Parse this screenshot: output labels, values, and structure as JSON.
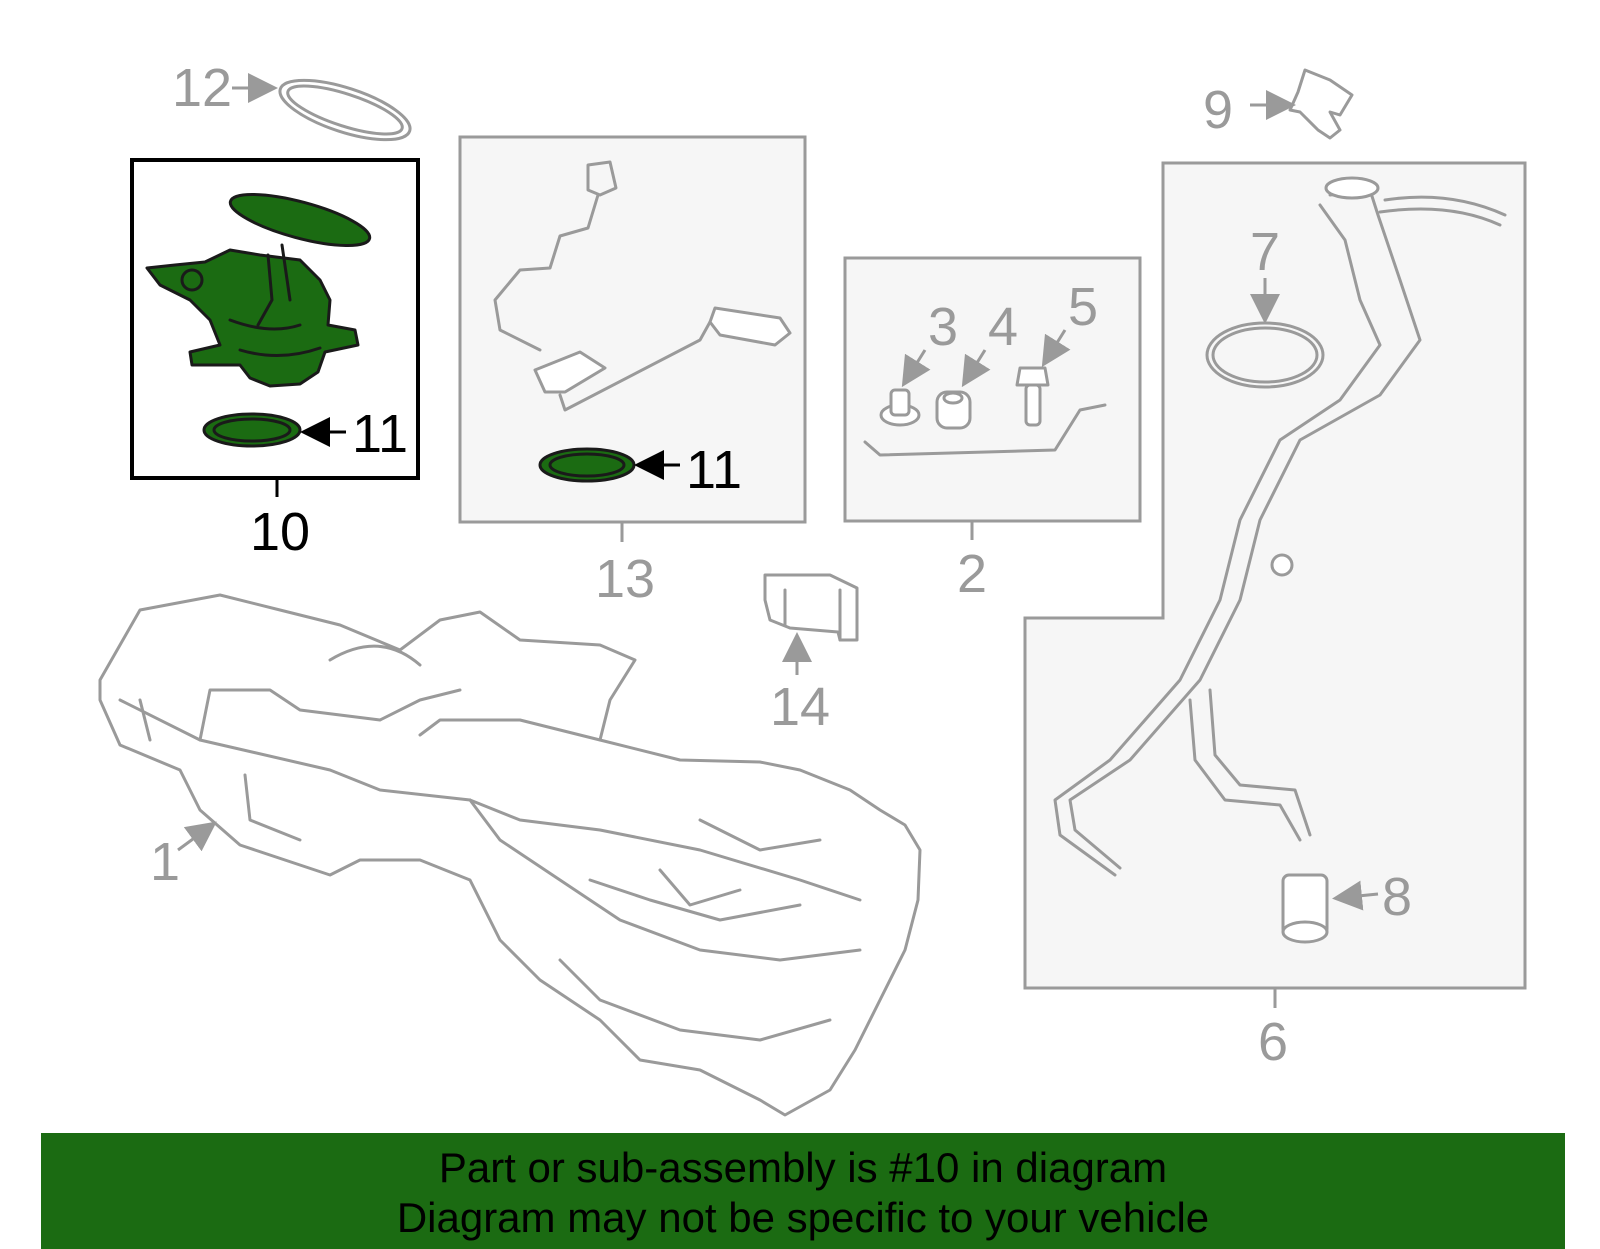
{
  "diagram": {
    "highlighted_part": "10",
    "colors": {
      "highlight": "#1b6b12",
      "outline": "#9a9a9a",
      "active_text": "#000000"
    },
    "callouts": {
      "c1": "1",
      "c2": "2",
      "c3": "3",
      "c4": "4",
      "c5": "5",
      "c6": "6",
      "c7": "7",
      "c8": "8",
      "c9": "9",
      "c10": "10",
      "c11a": "11",
      "c11b": "11",
      "c12": "12",
      "c13": "13",
      "c14": "14"
    }
  },
  "banner": {
    "line1": "Part or sub-assembly is #10 in diagram",
    "line2": "Diagram may not be specific to your vehicle"
  }
}
